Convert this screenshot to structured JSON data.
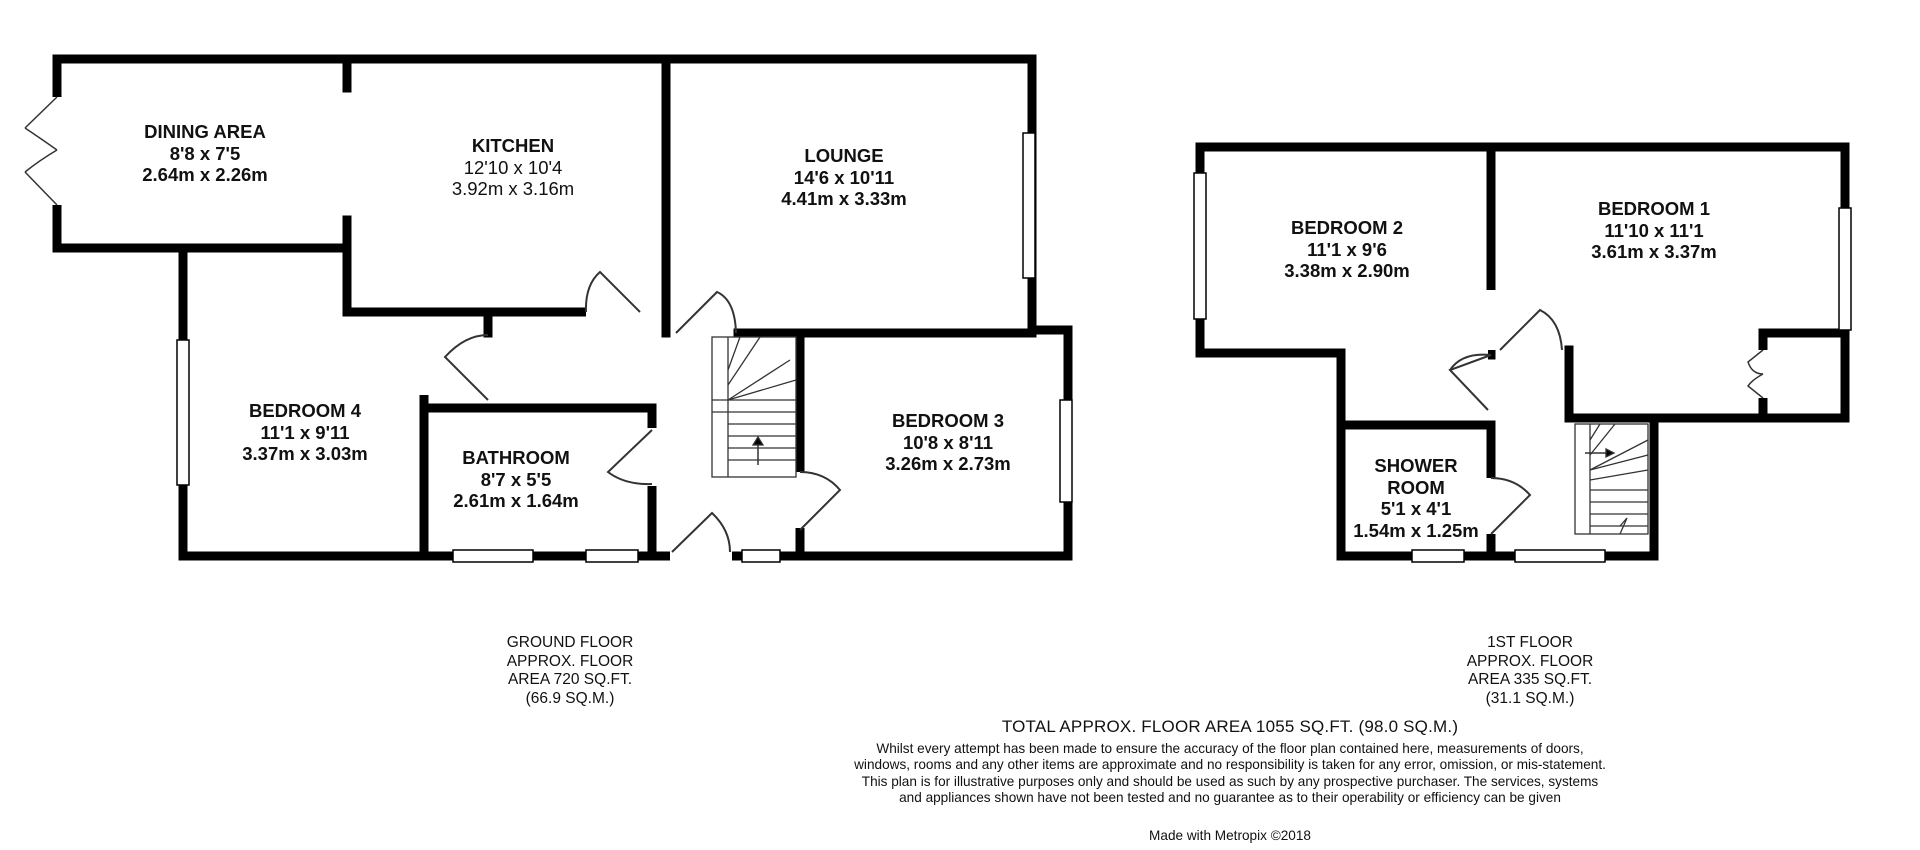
{
  "ground_floor": {
    "rooms": [
      {
        "name": "DINING AREA",
        "imperial": "8'8 x 7'5",
        "metric": "2.64m x 2.26m"
      },
      {
        "name": "KITCHEN",
        "imperial": "12'10 x 10'4",
        "metric": "3.92m x 3.16m"
      },
      {
        "name": "LOUNGE",
        "imperial": "14'6 x 10'11",
        "metric": "4.41m x 3.33m"
      },
      {
        "name": "BEDROOM 4",
        "imperial": "11'1 x 9'11",
        "metric": "3.37m x 3.03m"
      },
      {
        "name": "BATHROOM",
        "imperial": "8'7 x 5'5",
        "metric": "2.61m x 1.64m"
      },
      {
        "name": "BEDROOM 3",
        "imperial": "10'8 x 8'11",
        "metric": "3.26m x 2.73m"
      }
    ],
    "caption": [
      "GROUND FLOOR",
      "APPROX. FLOOR",
      "AREA 720 SQ.FT.",
      "(66.9 SQ.M.)"
    ]
  },
  "first_floor": {
    "rooms": [
      {
        "name": "BEDROOM 2",
        "imperial": "11'1 x 9'6",
        "metric": "3.38m x 2.90m"
      },
      {
        "name": "BEDROOM 1",
        "imperial": "11'10 x 11'1",
        "metric": "3.61m x 3.37m"
      },
      {
        "name_lines": [
          "SHOWER",
          "ROOM"
        ],
        "imperial": "5'1 x 4'1",
        "metric": "1.54m x 1.25m"
      }
    ],
    "caption": [
      "1ST FLOOR",
      "APPROX. FLOOR",
      "AREA 335 SQ.FT.",
      "(31.1 SQ.M.)"
    ]
  },
  "total_area": "TOTAL APPROX. FLOOR AREA 1055 SQ.FT. (98.0 SQ.M.)",
  "disclaimer": "Whilst every attempt has been made to ensure the accuracy of the floor plan contained here, measurements of doors, windows, rooms and any other items are approximate and no responsibility is taken for any error, omission, or mis-statement. This plan is for illustrative purposes only and should be used as such by any prospective purchaser. The services, systems and appliances shown have not been tested and no guarantee as to their operability or efficiency can be given",
  "credit": "Made with Metropix ©2018",
  "colors": {
    "wall": "#000000",
    "window": "#ffffff",
    "door_line": "#333333"
  }
}
